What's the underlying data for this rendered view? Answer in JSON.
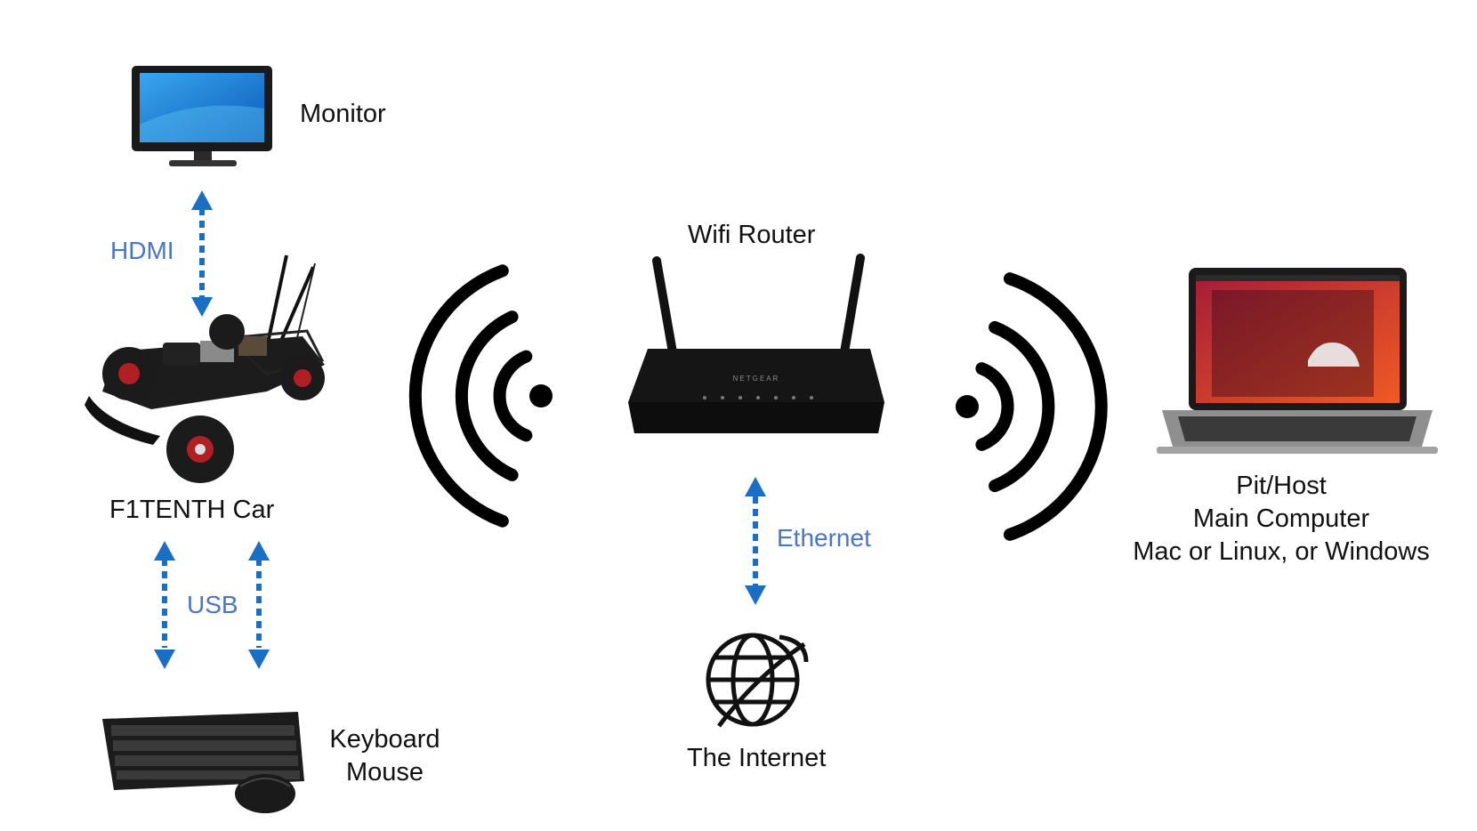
{
  "nodes": {
    "monitor": "Monitor",
    "car": "F1TENTH Car",
    "router": "Wifi Router",
    "router_brand": "NETGEAR",
    "internet": "The Internet",
    "keyboard_lines": [
      "Keyboard",
      "Mouse"
    ],
    "host_lines": [
      "Pit/Host",
      "Main Computer",
      "Mac or Linux, or Windows"
    ]
  },
  "connections": {
    "hdmi": "HDMI",
    "usb": "USB",
    "ethernet": "Ethernet"
  },
  "colors": {
    "connector": "#1a6fc4",
    "connector_label": "#4a76c6",
    "wifi": "#000000"
  }
}
